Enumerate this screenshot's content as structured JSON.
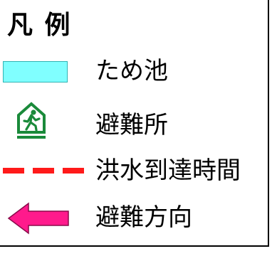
{
  "legend": {
    "title": "凡 例",
    "colors": {
      "pond": "#80ffff",
      "shelter": "#1a8a3a",
      "flood_line": "#ff1a1a",
      "evac_arrow": "#ff1a8c"
    },
    "items": [
      {
        "label": "ため池",
        "icon": "pond-swatch"
      },
      {
        "label": "避難所",
        "icon": "shelter-icon"
      },
      {
        "label": "洪水到達時間",
        "icon": "dashed-line-icon"
      },
      {
        "label": "避難方向",
        "icon": "arrow-left-icon"
      }
    ]
  }
}
